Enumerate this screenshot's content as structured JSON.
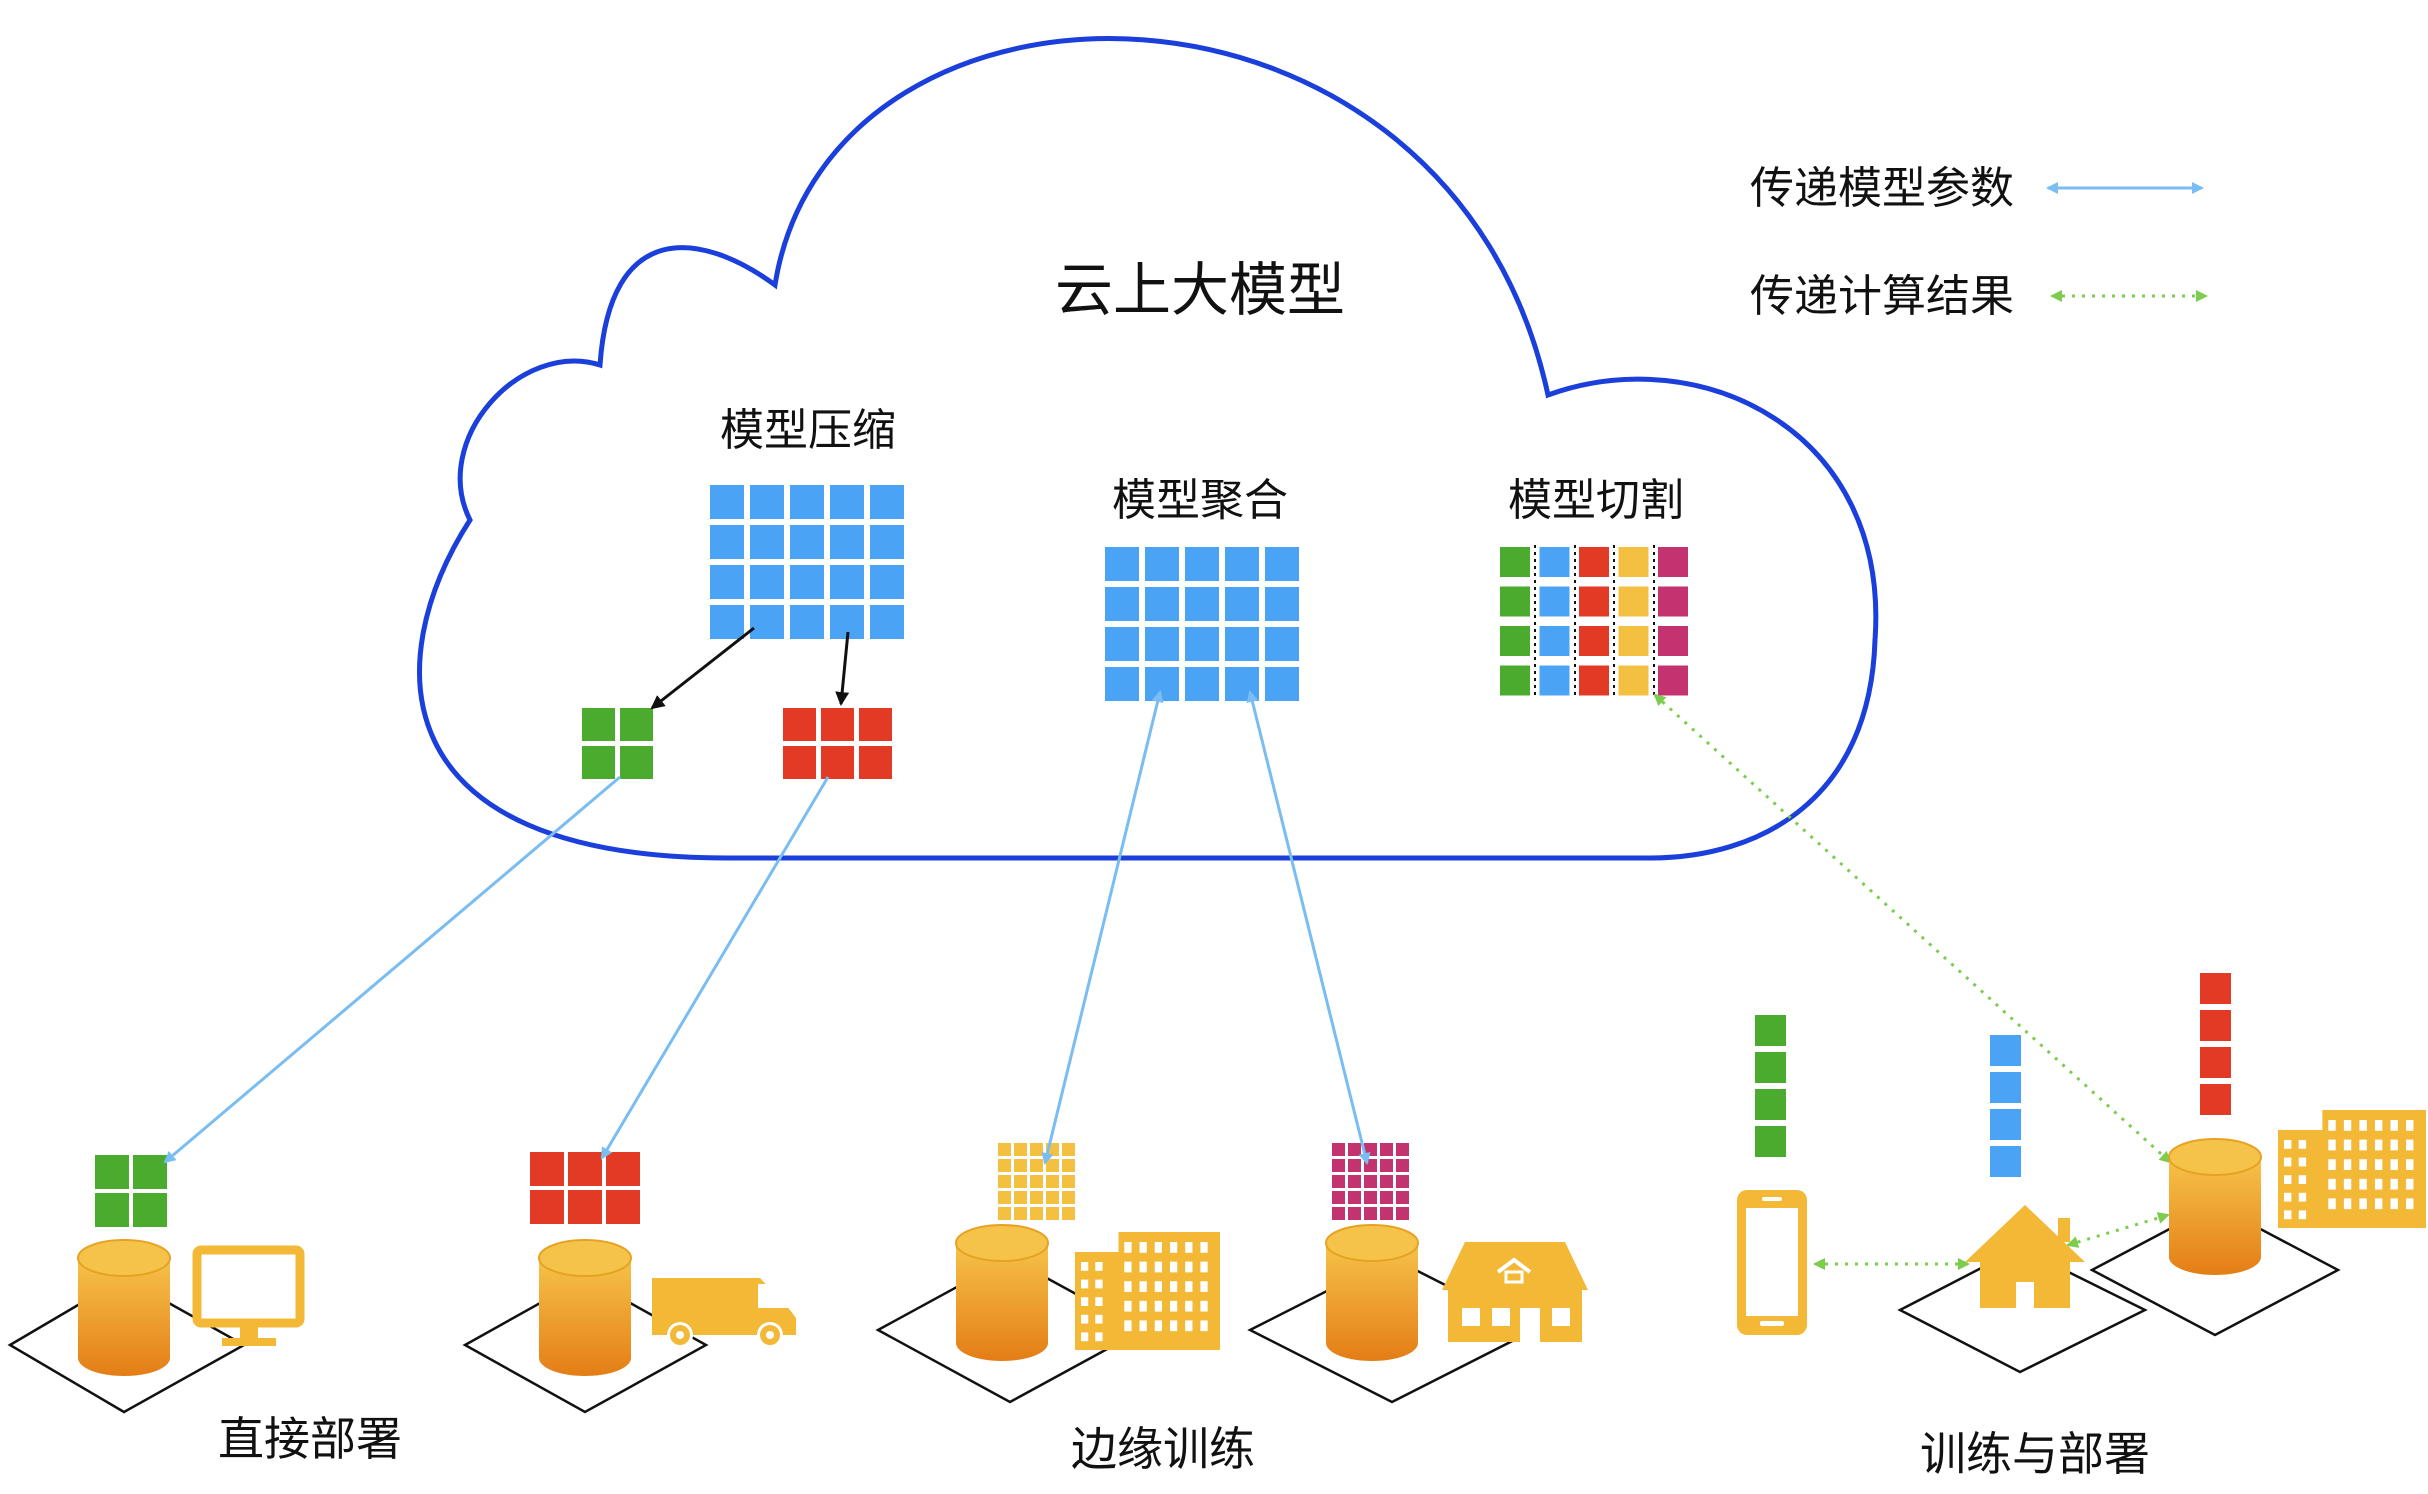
{
  "cloud": {
    "title": "云上大模型"
  },
  "modules": {
    "compression": "模型压缩",
    "aggregation": "模型聚合",
    "partition": "模型切割"
  },
  "legend": {
    "params": "传递模型参数",
    "results": "传递计算结果"
  },
  "sections": {
    "direct": "直接部署",
    "edge": "边缘训练",
    "train_deploy": "训练与部署"
  },
  "colors": {
    "cloud_outline": "#1a3fdb",
    "blue": "#4ba3f5",
    "green": "#4bab2f",
    "red": "#e23a24",
    "yellow": "#f4c042",
    "magenta": "#c2336f",
    "arrow_blue": "#79bdf2",
    "arrow_green": "#7ccc4e",
    "device_yellow": "#f2b836",
    "db_orange": "#e88a1a"
  },
  "icons": {
    "monitor": "monitor-icon",
    "van": "van-icon",
    "office": "office-building-icon",
    "house": "house-icon",
    "phone": "phone-icon",
    "home": "home-icon",
    "database": "database-cylinder-icon"
  }
}
